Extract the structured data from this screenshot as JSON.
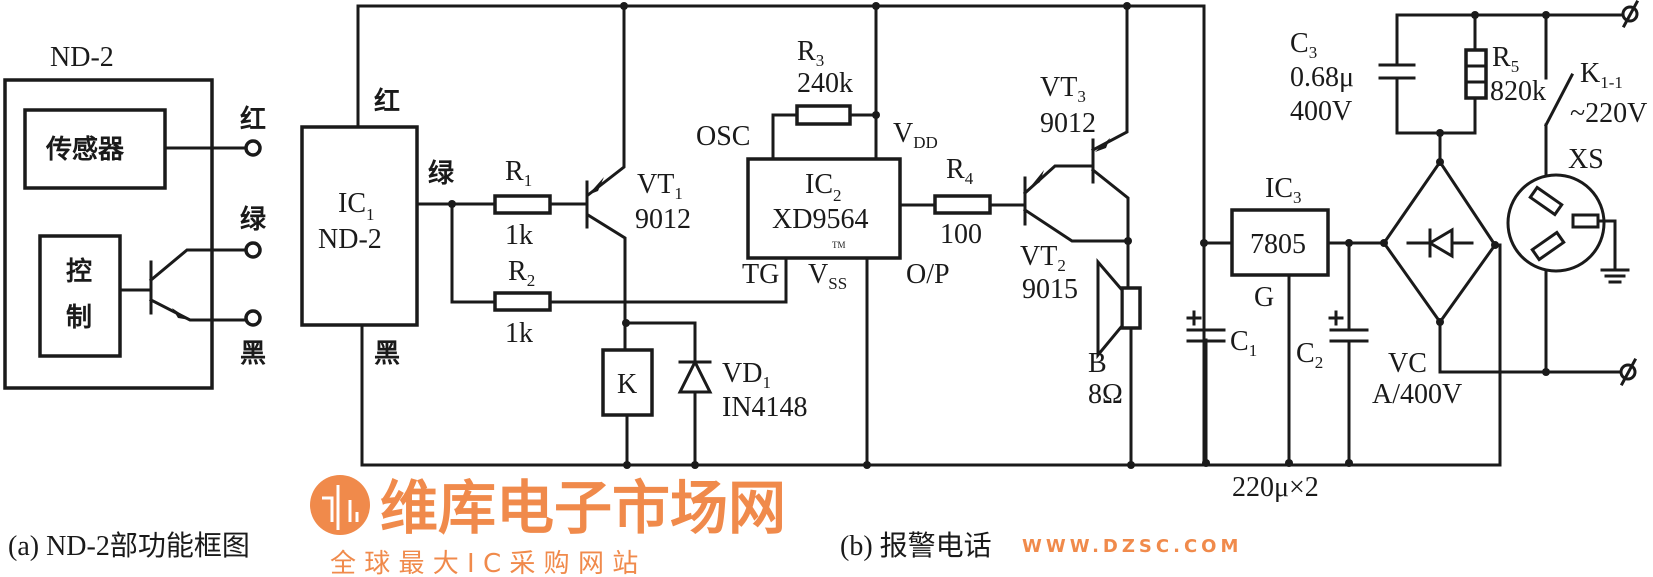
{
  "part_a": {
    "title": "ND-2",
    "sensor": "传感器",
    "control": [
      "控",
      "制"
    ],
    "terminals": [
      "红",
      "绿",
      "黑"
    ],
    "caption": "(a) ND-2部功能框图"
  },
  "part_b": {
    "caption": "(b) 报警电话",
    "ic1": {
      "name": "IC",
      "sub": "1",
      "model": "ND-2",
      "wire_labels": [
        "红",
        "绿",
        "黑"
      ]
    },
    "r1": {
      "name": "R",
      "sub": "1",
      "value": "1k"
    },
    "r2": {
      "name": "R",
      "sub": "2",
      "value": "1k"
    },
    "vt1": {
      "name": "VT",
      "sub": "1",
      "model": "9012"
    },
    "relay": {
      "label": "K"
    },
    "vd1": {
      "name": "VD",
      "sub": "1",
      "model": "IN4148"
    },
    "r3": {
      "name": "R",
      "sub": "3",
      "value": "240k"
    },
    "ic2": {
      "name": "IC",
      "sub": "2",
      "model": "XD9564",
      "tm": "TM",
      "pins": {
        "osc": "OSC",
        "vdd": "V",
        "vdd_sub": "DD",
        "tg": "TG",
        "vss": "V",
        "vss_sub": "SS",
        "op": "O/P"
      }
    },
    "r4": {
      "name": "R",
      "sub": "4",
      "value": "100"
    },
    "vt2": {
      "name": "VT",
      "sub": "2",
      "model": "9015"
    },
    "vt3": {
      "name": "VT",
      "sub": "3",
      "model": "9012"
    },
    "speaker": {
      "name": "B",
      "value": "8Ω"
    },
    "c1": {
      "name": "C",
      "sub": "1"
    },
    "ic3": {
      "name": "IC",
      "sub": "3",
      "model": "7805",
      "pin_g": "G"
    },
    "c2": {
      "name": "C",
      "sub": "2"
    },
    "c12_value": "220μ×2",
    "c3": {
      "name": "C",
      "sub": "3",
      "value": "0.68μ",
      "voltage": "400V"
    },
    "r5": {
      "name": "R",
      "sub": "5",
      "value": "820k"
    },
    "bridge": {
      "name": "VC",
      "rating": "A/400V"
    },
    "switch": {
      "name": "K",
      "sub": "1-1",
      "voltage": "~220V"
    },
    "socket": {
      "name": "XS"
    }
  },
  "watermark": {
    "brand": "维库电子市场网",
    "url": "WWW.DZSC.COM",
    "slogan": "全 球 最 大 I C 采 购 网 站"
  },
  "colors": {
    "line": "#1a1a1a",
    "watermark": "#f08a4b"
  }
}
